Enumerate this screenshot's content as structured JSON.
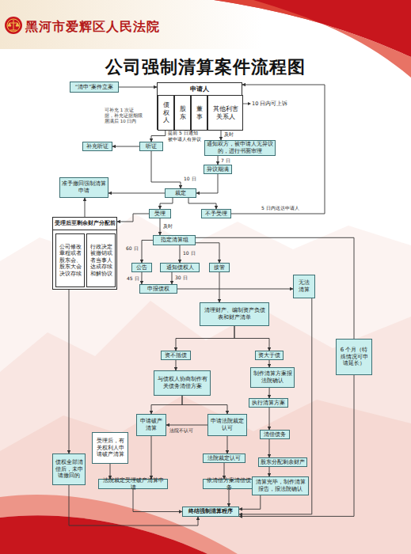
{
  "diagram": {
    "title": "公司强制清算案件流程图",
    "nodes": [
      {
        "text": [
          "“清申”案件立案"
        ]
      },
      {
        "text": [
          "申请人"
        ]
      },
      {
        "text": [
          "债权人"
        ],
        "in": 1
      },
      {
        "text": [
          "股东"
        ],
        "in": 1
      },
      {
        "text": [
          "董事"
        ],
        "in": 1
      },
      {
        "text": [
          "其他利害关系人"
        ],
        "in": 1
      },
      {
        "text": [
          "听证"
        ]
      },
      {
        "text": [
          "补充听证"
        ]
      },
      {
        "text": [
          "通知双方，被申请人无异议的，进行书面审理"
        ]
      },
      {
        "text": [
          "异议期满"
        ]
      },
      {
        "text": [
          "裁定"
        ]
      },
      {
        "text": [
          "准予撤回强制清算申请"
        ]
      },
      {
        "text": [
          "受理"
        ]
      },
      {
        "text": [
          "不予受理"
        ]
      },
      {
        "text": [
          "受理后至剩余财产分配前"
        ]
      },
      {
        "text": [
          "公司修改章程或者股东会、股东大会决议存续"
        ],
        "in": 14
      },
      {
        "text": [
          "行政决定被撤销或者当事人达成存续和解协议"
        ],
        "in": 14
      },
      {
        "text": [
          "指定清算组"
        ]
      },
      {
        "text": [
          "公告"
        ]
      },
      {
        "text": [
          "通知债权人"
        ]
      },
      {
        "text": [
          "接管"
        ]
      },
      {
        "text": [
          "申报债权"
        ]
      },
      {
        "text": [
          "无法清算"
        ]
      },
      {
        "text": [
          "清理财产、编制资产负债表和财产清单"
        ]
      },
      {
        "text": [
          "资不抵债"
        ]
      },
      {
        "text": [
          "资大于债"
        ]
      },
      {
        "text": [
          "6 个月（特殊情况可申请延长）"
        ]
      },
      {
        "text": [
          "与债权人协商制作有关债务清偿方案"
        ]
      },
      {
        "text": [
          "制作清算方案报法院确认"
        ]
      },
      {
        "text": [
          "执行清算方案"
        ]
      },
      {
        "text": [
          "申请破产清算"
        ]
      },
      {
        "text": [
          "申请法院裁定认可"
        ]
      },
      {
        "text": [
          "受理后，有关权利人申请破产清算"
        ]
      },
      {
        "text": [
          "清偿债务"
        ]
      },
      {
        "text": [
          "债权全部清偿后，未申请撤回的"
        ]
      },
      {
        "text": [
          "法院裁定认可"
        ]
      },
      {
        "text": [
          "股东分配剩余财产"
        ]
      },
      {
        "text": [
          "法院裁定受理破产清算申请"
        ]
      },
      {
        "text": [
          "依清偿方案清偿债务"
        ]
      },
      {
        "text": [
          "清算完毕，制作清算报告，报法院确认"
        ]
      },
      {
        "text": [
          "终结强制清算程序"
        ]
      }
    ],
    "edges": [
      {
        "from": 0,
        "to": 1,
        "arrow": "to"
      },
      {
        "from": 1,
        "to": 6,
        "label": "提前 5 日通知",
        "arrow": "to"
      },
      {
        "from": 1,
        "to": 8,
        "label": "及时",
        "arrow": "to"
      },
      {
        "from": 6,
        "to": 7,
        "arrow": "to"
      },
      {
        "from": 6,
        "to": 10,
        "label": "10 日",
        "arrow": "to"
      },
      {
        "from": 8,
        "to": 9,
        "label": "7 日",
        "arrow": "to"
      },
      {
        "from": 9,
        "to": 10,
        "arrow": "to"
      },
      {
        "from": 10,
        "to": 11,
        "arrow": "to"
      },
      {
        "from": 10,
        "to": 12,
        "arrow": "to"
      },
      {
        "from": 10,
        "to": 13,
        "arrow": "to"
      },
      {
        "from": 13,
        "to": 1,
        "label": "5 日内送达申请人",
        "arrow": "to"
      },
      {
        "from": 12,
        "to": 17,
        "label": "及时",
        "arrow": "to"
      },
      {
        "from": 12,
        "to": 14,
        "arrow": "to"
      },
      {
        "from": 14,
        "to": 11,
        "arrow": "to"
      },
      {
        "from": 14,
        "to": 34,
        "arrow": "to"
      },
      {
        "from": 17,
        "to": 18,
        "label": "60 日",
        "arrow": "to"
      },
      {
        "from": 17,
        "to": 19,
        "label": "10 日",
        "arrow": "to"
      },
      {
        "from": 17,
        "to": 20,
        "arrow": "to"
      },
      {
        "from": 17,
        "to": 26,
        "arrow": "none"
      },
      {
        "from": 18,
        "to": 21,
        "label": "45 日",
        "arrow": "to"
      },
      {
        "from": 19,
        "to": 21,
        "label": "30 日",
        "arrow": "to"
      },
      {
        "from": 21,
        "to": 22,
        "arrow": "to"
      },
      {
        "from": 20,
        "to": 23,
        "arrow": "to"
      },
      {
        "from": 23,
        "to": 24,
        "arrow": "to"
      },
      {
        "from": 23,
        "to": 25,
        "arrow": "to"
      },
      {
        "from": 24,
        "to": 27,
        "arrow": "to"
      },
      {
        "from": 27,
        "to": 30,
        "arrow": "to"
      },
      {
        "from": 27,
        "to": 31,
        "arrow": "to"
      },
      {
        "from": 31,
        "to": 30,
        "label": "法院不认可",
        "arrow": "to"
      },
      {
        "from": 31,
        "to": 35,
        "arrow": "to"
      },
      {
        "from": 35,
        "to": 38,
        "arrow": "to"
      },
      {
        "from": 38,
        "to": 40,
        "arrow": "to"
      },
      {
        "from": 30,
        "to": 37,
        "arrow": "to"
      },
      {
        "from": 32,
        "to": 37,
        "arrow": "to"
      },
      {
        "from": 37,
        "to": 40,
        "arrow": "to"
      },
      {
        "from": 34,
        "to": 40,
        "arrow": "to"
      },
      {
        "from": 25,
        "to": 28,
        "arrow": "to"
      },
      {
        "from": 28,
        "to": 29,
        "arrow": "to"
      },
      {
        "from": 29,
        "to": 33,
        "arrow": "to"
      },
      {
        "from": 33,
        "to": 36,
        "arrow": "to"
      },
      {
        "from": 36,
        "to": 39,
        "arrow": "to"
      },
      {
        "from": 39,
        "to": 40,
        "arrow": "to"
      },
      {
        "from": 22,
        "to": 40,
        "arrow": "to"
      },
      {
        "from": 26,
        "to": 40,
        "arrow": "to"
      }
    ],
    "labels": [
      "黑河市爱辉区人民法院",
      "可补充 1 次证据，补充证据期限届满后 10 日内",
      "10 日内可上诉",
      "被申请人有异议"
    ]
  }
}
